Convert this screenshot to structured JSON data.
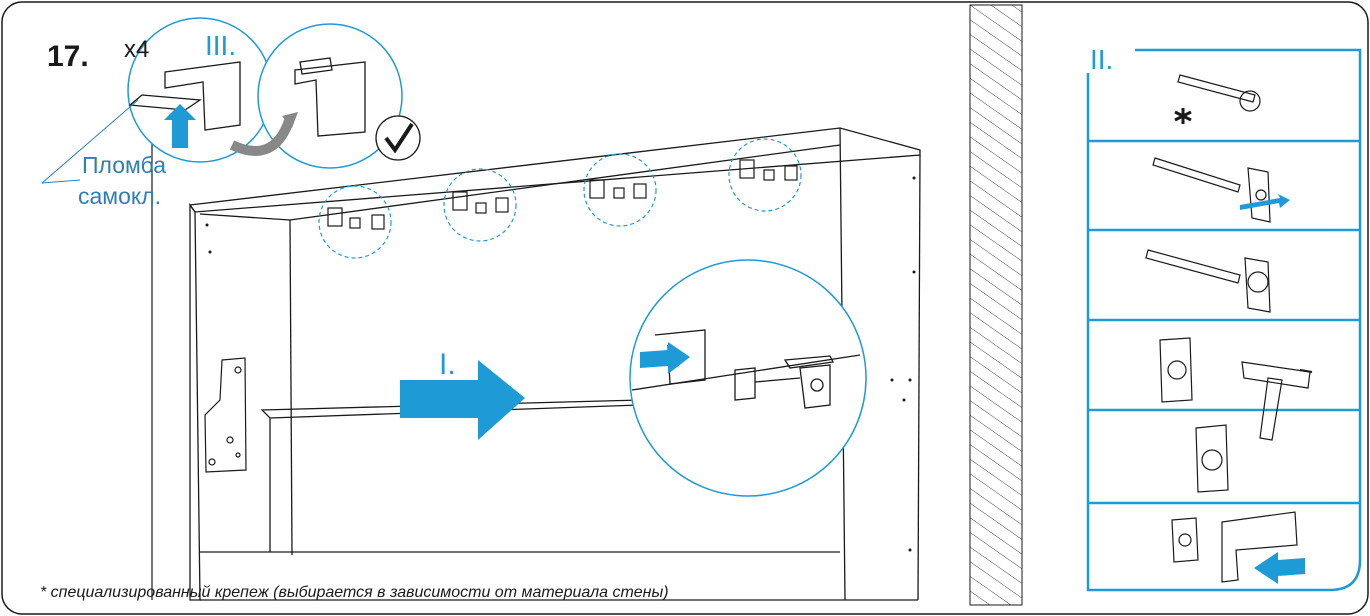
{
  "step": {
    "number": "17.",
    "quantity": "x4"
  },
  "callouts": {
    "step_i": "I.",
    "step_ii": "II.",
    "step_iii": "III."
  },
  "seal_label": {
    "line1": "Пломба",
    "line2": "самокл."
  },
  "footnote": "* специализированный крепеж (выбирается в зависимости от материала стены)",
  "colors": {
    "accent": "#1e9ad6",
    "accent_dark": "#2f7fb6",
    "line": "#1a1a1a"
  },
  "icons": [
    "checkmark-icon",
    "asterisk-icon",
    "hammer-icon",
    "arrow-right-icon",
    "arrow-up-icon",
    "curved-arrow-icon"
  ]
}
